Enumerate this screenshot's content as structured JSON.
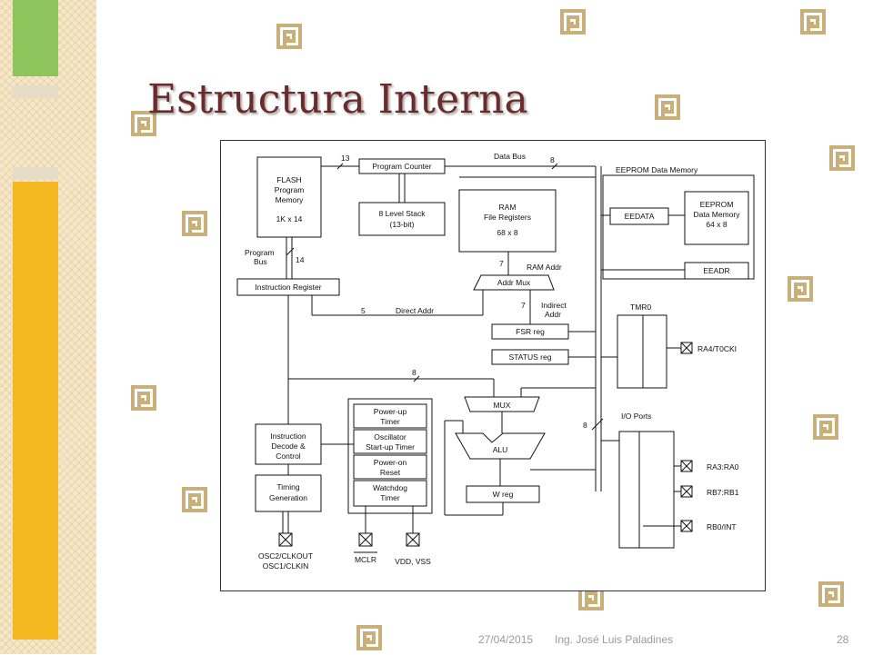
{
  "slide": {
    "title": "Estructura Interna",
    "footer": {
      "date": "27/04/2015",
      "author": "Ing. José Luis Paladines",
      "page": "28"
    },
    "decor_icon": "greek-key-icon",
    "colors": {
      "title": "#6b2b2b",
      "key": "#c9b07a",
      "green": "#8dc45b",
      "orange": "#f5b820"
    }
  },
  "diagram": {
    "flash": [
      "FLASH",
      "Program",
      "Memory",
      "1K x 14"
    ],
    "program_counter": "Program Counter",
    "stack": [
      "8 Level Stack",
      "(13-bit)"
    ],
    "ram": [
      "RAM",
      "File Registers",
      "68 x 8"
    ],
    "eeprom_title": "EEPROM Data Memory",
    "eedata": "EEDATA",
    "eeprom_mem": [
      "EEPROM",
      "Data Memory",
      "64 x 8"
    ],
    "eeadr": "EEADR",
    "program_bus": [
      "Program",
      "Bus"
    ],
    "instruction_register": "Instruction Register",
    "addr_mux": "Addr Mux",
    "ram_addr": "RAM Addr",
    "direct_addr": "Direct Addr",
    "indirect_addr": [
      "Indirect",
      "Addr"
    ],
    "fsr": "FSR reg",
    "status": "STATUS reg",
    "tmr0": "TMR0",
    "ra4": "RA4/T0CKI",
    "mux": "MUX",
    "alu": "ALU",
    "wreg": "W reg",
    "decode": [
      "Instruction",
      "Decode &",
      "Control"
    ],
    "timing": [
      "Timing",
      "Generation"
    ],
    "powerup": [
      "Power-up",
      "Timer"
    ],
    "osc": [
      "Oscillator",
      "Start-up Timer"
    ],
    "poweron": [
      "Power-on",
      "Reset"
    ],
    "watchdog": [
      "Watchdog",
      "Timer"
    ],
    "io_ports": "I/O Ports",
    "pins_right": [
      "RA3:RA0",
      "RB7:RB1",
      "RB0/INT"
    ],
    "osc_pins": [
      "OSC2/CLKOUT",
      "OSC1/CLKIN"
    ],
    "mclr": "MCLR",
    "vdd": "VDD, VSS",
    "data_bus": "Data Bus",
    "bus_widths": {
      "pc": "13",
      "data": "8",
      "prog": "14",
      "ram_addr": "7",
      "direct": "5",
      "indirect": "7",
      "mux_bus": "8",
      "io": "8"
    }
  }
}
